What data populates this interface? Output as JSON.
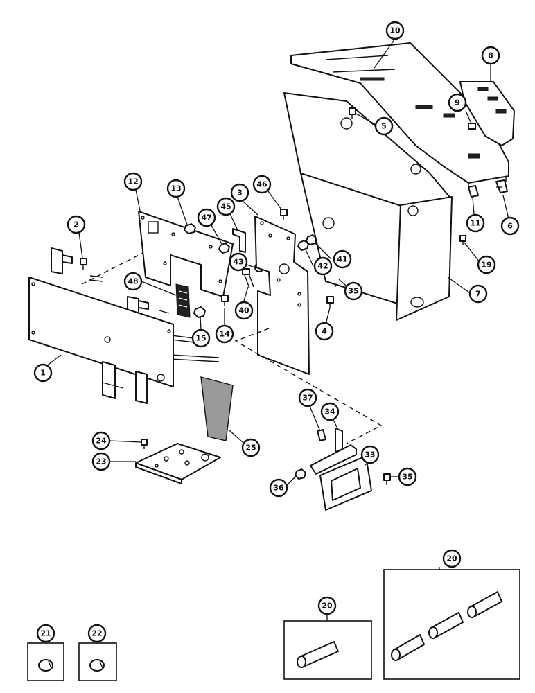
{
  "callouts": [
    {
      "id": "c1",
      "label": "1"
    },
    {
      "id": "c2",
      "label": "2"
    },
    {
      "id": "c3",
      "label": "3"
    },
    {
      "id": "c4",
      "label": "4"
    },
    {
      "id": "c5",
      "label": "5"
    },
    {
      "id": "c6",
      "label": "6"
    },
    {
      "id": "c7",
      "label": "7"
    },
    {
      "id": "c8",
      "label": "8"
    },
    {
      "id": "c9",
      "label": "9"
    },
    {
      "id": "c10",
      "label": "10"
    },
    {
      "id": "c11",
      "label": "11"
    },
    {
      "id": "c12",
      "label": "12"
    },
    {
      "id": "c13",
      "label": "13"
    },
    {
      "id": "c14",
      "label": "14"
    },
    {
      "id": "c15",
      "label": "15"
    },
    {
      "id": "c19",
      "label": "19"
    },
    {
      "id": "c20a",
      "label": "20"
    },
    {
      "id": "c20b",
      "label": "20"
    },
    {
      "id": "c21",
      "label": "21"
    },
    {
      "id": "c22",
      "label": "22"
    },
    {
      "id": "c23",
      "label": "23"
    },
    {
      "id": "c24",
      "label": "24"
    },
    {
      "id": "c25",
      "label": "25"
    },
    {
      "id": "c33",
      "label": "33"
    },
    {
      "id": "c34",
      "label": "34"
    },
    {
      "id": "c35a",
      "label": "35"
    },
    {
      "id": "c35b",
      "label": "35"
    },
    {
      "id": "c36",
      "label": "36"
    },
    {
      "id": "c37",
      "label": "37"
    },
    {
      "id": "c40",
      "label": "40"
    },
    {
      "id": "c41",
      "label": "41"
    },
    {
      "id": "c42",
      "label": "42"
    },
    {
      "id": "c43",
      "label": "43"
    },
    {
      "id": "c45",
      "label": "45"
    },
    {
      "id": "c46",
      "label": "46"
    },
    {
      "id": "c47",
      "label": "47"
    },
    {
      "id": "c48",
      "label": "48"
    }
  ]
}
